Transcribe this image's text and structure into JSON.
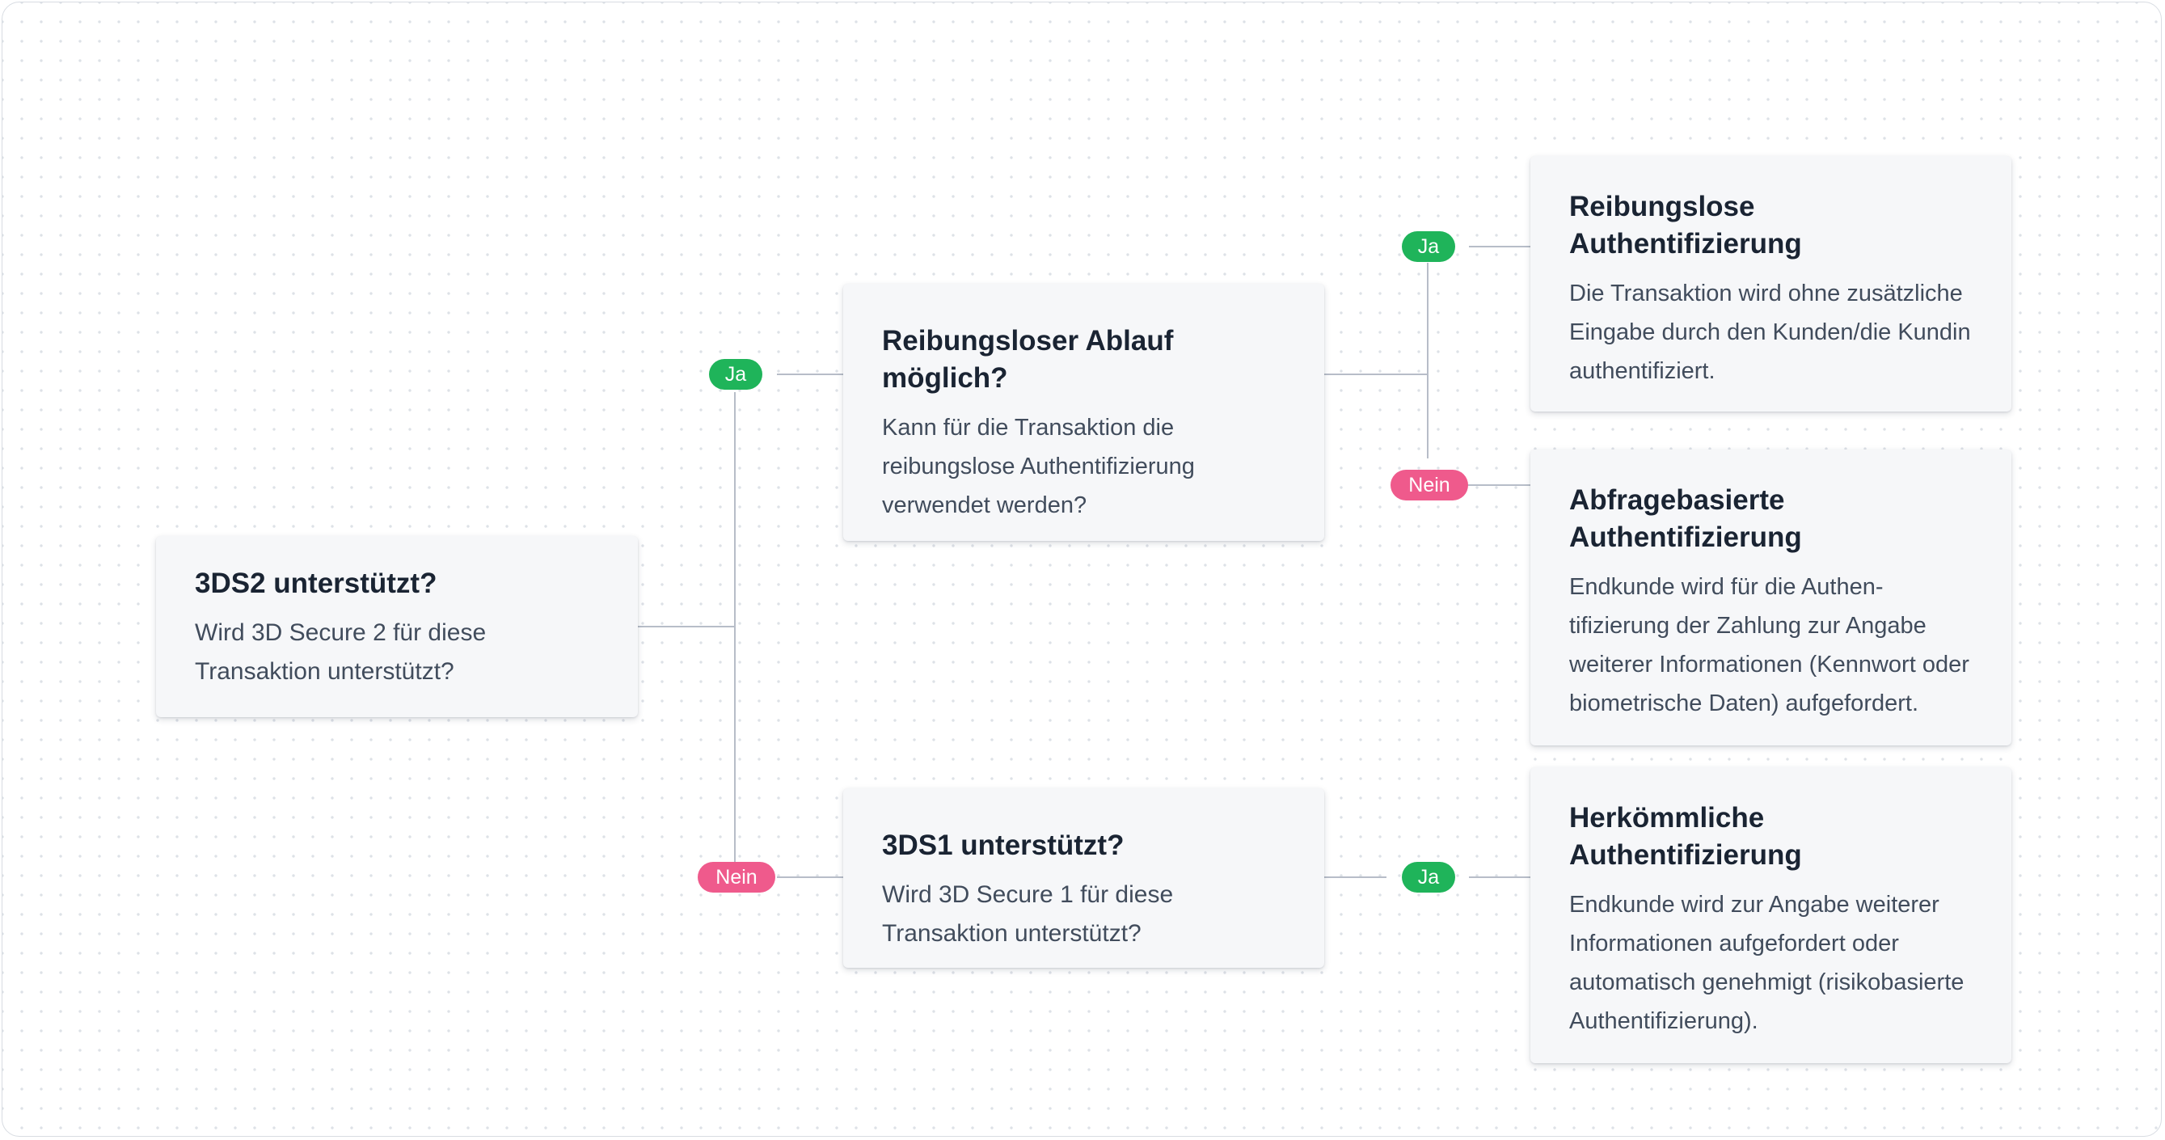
{
  "nodes": {
    "root": {
      "title": "3DS2 unterstützt?",
      "text": "Wird 3D Secure 2 für diese Transaktion unterstützt?"
    },
    "frictionless_check": {
      "title": "Reibungsloser Ablauf möglich?",
      "text": "Kann für die Transaktion die reibungslose Authentifizierung verwendet werden?"
    },
    "ds1_check": {
      "title": "3DS1 unterstützt?",
      "text": "Wird 3D Secure 1 für diese Transaktion unterstützt?"
    },
    "frictionless_auth": {
      "title": "Reibungslose Authentifizierung",
      "text": "Die Transaktion wird ohne zusätzliche Eingabe durch den Kunden/die Kundin authentifiziert."
    },
    "challenge_auth": {
      "title": "Abfragebasierte Authentifizierung",
      "text": "Endkunde wird für die Authen­tifizierung der Zahlung zur Angabe weiterer Informationen (Kennwort oder biometrische Daten) aufgefordert."
    },
    "legacy_auth": {
      "title": "Herkömmliche Authentifizierung",
      "text": "Endkunde wird zur Angabe weiterer Informationen aufgefordert oder automatisch genehmigt (risikobasierte Authentifizierung)."
    }
  },
  "edges": {
    "root_yes": "Ja",
    "root_no": "Nein",
    "frictionless_yes": "Ja",
    "frictionless_no": "Nein",
    "ds1_yes": "Ja"
  },
  "colors": {
    "yes": "#1fb45a",
    "no": "#ef5a8c",
    "connector": "#b7bdc8",
    "card": "#f6f7f9",
    "title": "#1a2433",
    "body": "#414c5c"
  }
}
